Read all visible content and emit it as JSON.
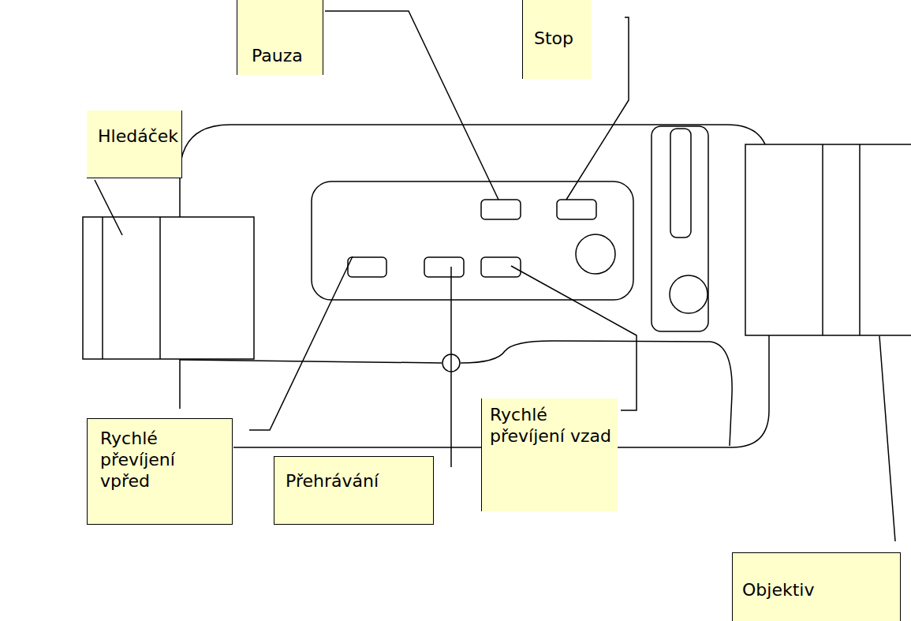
{
  "diagram": {
    "nodes": [
      {
        "text": [
          "Pauza"
        ]
      },
      {
        "text": [
          "Stop"
        ]
      },
      {
        "text": [
          "Hledáček"
        ]
      },
      {
        "text": [
          "Rychlé převíjení vpřed"
        ]
      },
      {
        "text": [
          "Přehrávání"
        ]
      },
      {
        "text": [
          "Rychlé převíjení vzad"
        ]
      },
      {
        "text": [
          "Objektiv"
        ]
      }
    ]
  }
}
